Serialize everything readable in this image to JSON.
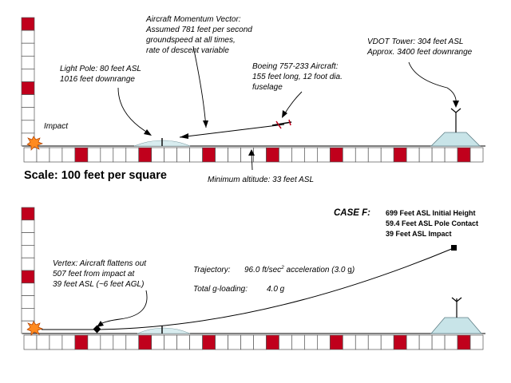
{
  "colors": {
    "red": "#c0001c",
    "ground": "#d8ecef",
    "tower": "#c8e4e8",
    "explosion": "#ff8a1f"
  },
  "panel1": {
    "momentum": [
      "Aircraft Momentum Vector:",
      "Assumed 781 feet per second",
      "groundspeed at all times,",
      "rate of descent variable"
    ],
    "light_pole": [
      "Light Pole:  80 feet ASL",
      "1016 feet downrange"
    ],
    "boeing": [
      "Boeing 757-233 Aircraft:",
      "155 feet long, 12 foot dia.",
      "fuselage"
    ],
    "vdot": [
      "VDOT Tower:  304 feet ASL",
      "Approx. 3400 feet downrange"
    ],
    "impact": "Impact",
    "scale": "Scale:  100 feet per square",
    "min_alt": "Minimum altitude:  33 feet ASL"
  },
  "panel2": {
    "case_title": "CASE F:",
    "case_lines": [
      "699 Feet ASL Initial Height",
      "59.4 Feet ASL Pole Contact",
      "39 Feet ASL Impact"
    ],
    "vertex": [
      "Vertex:  Aircraft flattens out",
      "507 feet from impact at",
      "39 feet ASL (~6 feet AGL)"
    ],
    "trajectory_label": "Trajectory:",
    "trajectory_pre": "96.0 ft/sec",
    "trajectory_exp": "2",
    "trajectory_post": " acceleration (3.0 ",
    "trajectory_g": "g",
    "trajectory_close": ")",
    "gload_label": "Total g-loading:",
    "gload_value": "4.0 g"
  }
}
